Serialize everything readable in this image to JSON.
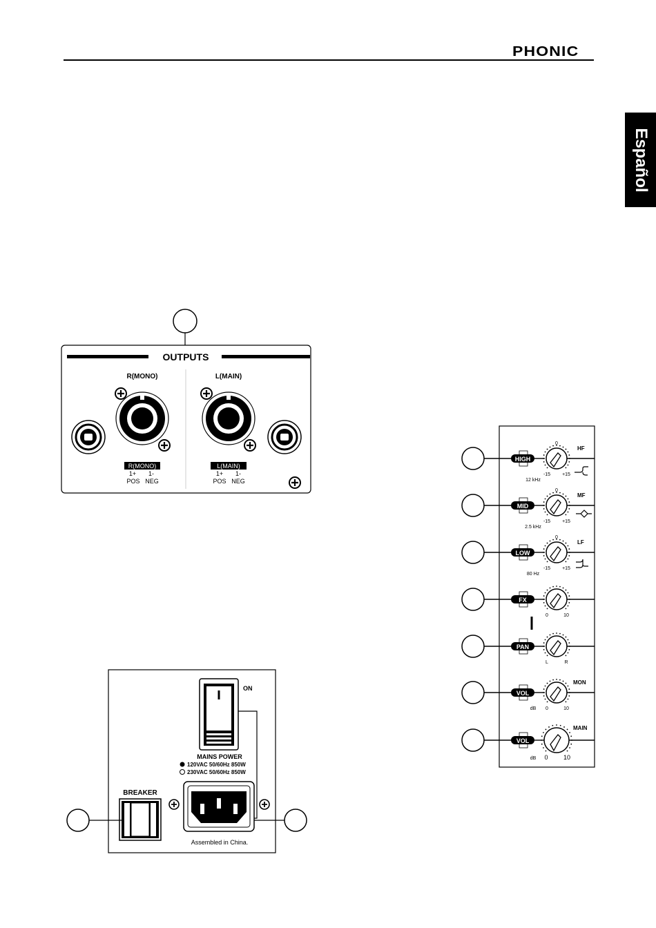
{
  "header": {
    "brand": "PHONIC"
  },
  "language_tab": {
    "label": "Español"
  },
  "outputs_panel": {
    "title": "OUTPUTS",
    "left_label": "R(MONO)",
    "right_label": "L(MAIN)",
    "left_tag": "R(MONO)",
    "right_tag": "L(MAIN)",
    "pin_pos": "1+",
    "pin_neg": "1-",
    "pos_text": "POS",
    "neg_text": "NEG"
  },
  "power_panel": {
    "on_label": "ON",
    "mains_power": "MAINS POWER",
    "voltage_120": "120VAC 50/60Hz 850W",
    "voltage_230": "230VAC 50/60Hz 850W",
    "breaker": "BREAKER",
    "assembled": "Assembled in China."
  },
  "channel_strip": {
    "controls": [
      {
        "tag": "HIGH",
        "min": "-15",
        "max": "+15",
        "top": "0",
        "side": "HF",
        "freq": "12 kHz"
      },
      {
        "tag": "MID",
        "min": "-15",
        "max": "+15",
        "top": "0",
        "side": "MF",
        "freq": "2.5 kHz"
      },
      {
        "tag": "LOW",
        "min": "-15",
        "max": "+15",
        "top": "0",
        "side": "LF",
        "freq": "80 Hz"
      },
      {
        "tag": "FX",
        "min": "0",
        "max": "10"
      },
      {
        "tag": "PAN",
        "min": "L",
        "max": "R"
      },
      {
        "tag": "VOL",
        "min": "0",
        "max": "10",
        "side": "MON",
        "unit": "dB"
      },
      {
        "tag": "VOL",
        "min": "0",
        "max": "10",
        "side": "MAIN",
        "unit": "dB"
      }
    ]
  }
}
